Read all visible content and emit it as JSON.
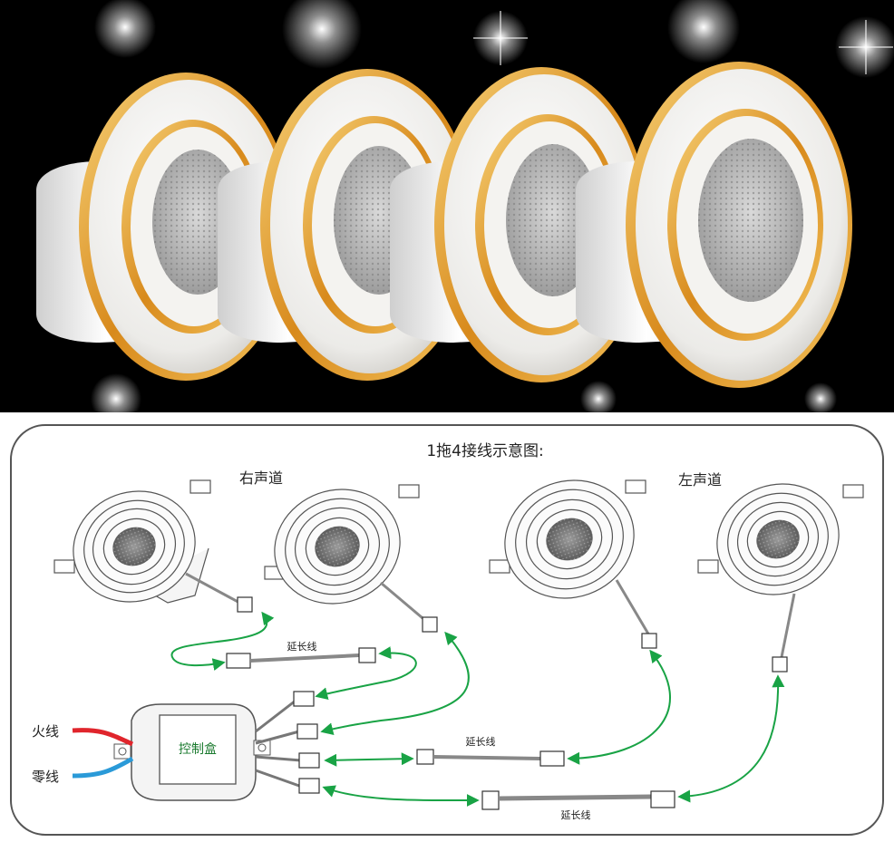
{
  "diagram": {
    "title": "1拖4接线示意图:",
    "right_channel": "右声道",
    "left_channel": "左声道",
    "extension_cable": "延长线",
    "control_box": "控制盒",
    "live_wire": "火线",
    "neutral_wire": "零线"
  },
  "colors": {
    "photo_background": "#000000",
    "gold_trim": "#e0a12a",
    "arrow_green": "#19a345",
    "live_wire_red": "#e0252c",
    "neutral_wire_blue": "#2a9ad8",
    "control_box_label": "#1a7a2e"
  }
}
